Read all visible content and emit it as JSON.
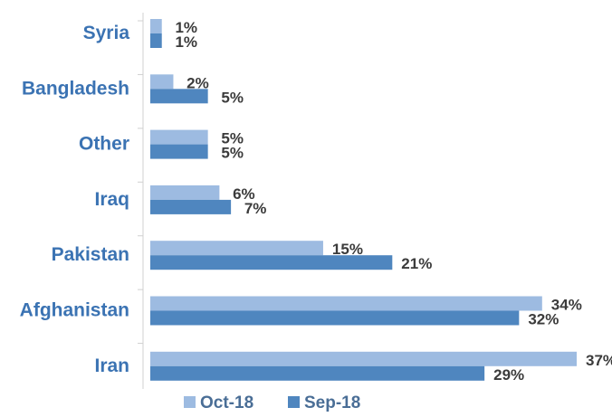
{
  "chart_data": {
    "type": "bar",
    "orientation": "horizontal",
    "categories": [
      "Syria",
      "Bangladesh",
      "Other",
      "Iraq",
      "Pakistan",
      "Afghanistan",
      "Iran"
    ],
    "series": [
      {
        "name": "Oct-18",
        "values": [
          1,
          2,
          5,
          6,
          15,
          34,
          37
        ],
        "labels": [
          "1%",
          "2%",
          "5%",
          "6%",
          "15%",
          "34%",
          "37%"
        ],
        "color": "#9dbbe1"
      },
      {
        "name": "Sep-18",
        "values": [
          1,
          5,
          5,
          7,
          21,
          32,
          29
        ],
        "labels": [
          "1%",
          "5%",
          "5%",
          "7%",
          "21%",
          "32%",
          "29%"
        ],
        "color": "#4f86bf"
      }
    ],
    "xlim": [
      0,
      37
    ],
    "grid": false,
    "legend_position": "bottom",
    "category_label_color": "#3b73b3"
  }
}
